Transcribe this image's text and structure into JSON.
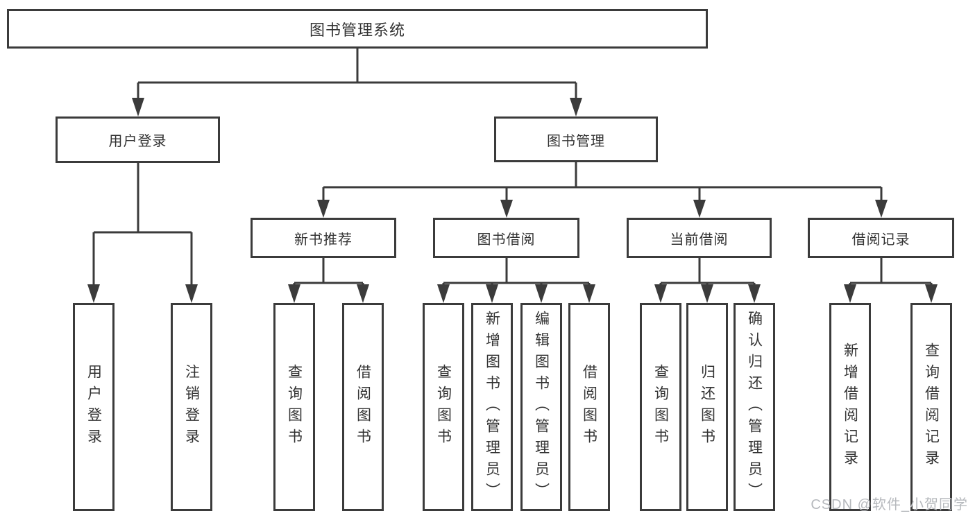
{
  "tree": {
    "root": {
      "label": "图书管理系统"
    },
    "branches": [
      {
        "label": "用户登录",
        "children": [
          {
            "label": "用户登录"
          },
          {
            "label": "注销登录"
          }
        ]
      },
      {
        "label": "图书管理",
        "children": [
          {
            "label": "新书推荐",
            "children": [
              {
                "label": "查询图书"
              },
              {
                "label": "借阅图书"
              }
            ]
          },
          {
            "label": "图书借阅",
            "children": [
              {
                "label": "查询图书"
              },
              {
                "label": "新增图书（管理员）"
              },
              {
                "label": "编辑图书（管理员）"
              },
              {
                "label": "借阅图书"
              }
            ]
          },
          {
            "label": "当前借阅",
            "children": [
              {
                "label": "查询图书"
              },
              {
                "label": "归还图书"
              },
              {
                "label": "确认归还（管理员）"
              }
            ]
          },
          {
            "label": "借阅记录",
            "children": [
              {
                "label": "新增借阅记录"
              },
              {
                "label": "查询借阅记录"
              }
            ]
          }
        ]
      }
    ]
  },
  "watermark": "CSDN @软件_小贺同学",
  "colors": {
    "line": "#3b3b3b",
    "text": "#333333",
    "watermark": "#b6b9bd",
    "background": "#ffffff"
  }
}
